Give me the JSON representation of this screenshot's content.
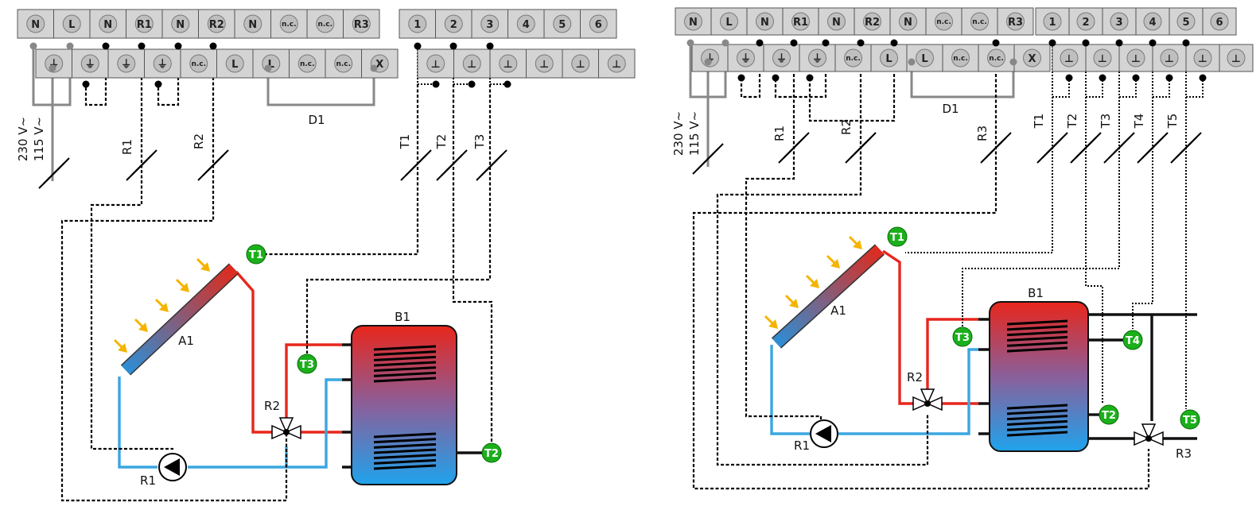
{
  "diagrams": [
    {
      "top_terminals": [
        "N",
        "L",
        "N",
        "R1",
        "N",
        "R2",
        "N",
        "n.c.",
        "n.c.",
        "R3"
      ],
      "bottom_terminals": [
        "⏚",
        "⏚",
        "⏚",
        "⏚",
        "n.c.",
        "L",
        "L",
        "n.c.",
        "n.c.",
        "X"
      ],
      "sensor_top_terminals": [
        "1",
        "2",
        "3",
        "4",
        "5",
        "6"
      ],
      "sensor_bottom_terminals": [
        "⊥",
        "⊥",
        "⊥",
        "⊥",
        "⊥",
        "⊥"
      ],
      "supply_labels": [
        "230 V~",
        "115 V~"
      ],
      "device_label": "D1",
      "cable_labels": [
        "R1",
        "R2",
        "T1",
        "T2",
        "T3"
      ],
      "collector_label": "A1",
      "tank_label": "B1",
      "pump_label": "R1",
      "valve_labels": [
        "R2"
      ],
      "sensors": [
        "T1",
        "T2",
        "T3"
      ]
    },
    {
      "top_terminals": [
        "N",
        "L",
        "N",
        "R1",
        "N",
        "R2",
        "N",
        "n.c.",
        "n.c.",
        "R3"
      ],
      "bottom_terminals": [
        "⏚",
        "⏚",
        "⏚",
        "⏚",
        "n.c.",
        "L",
        "L",
        "n.c.",
        "n.c.",
        "X"
      ],
      "sensor_top_terminals": [
        "1",
        "2",
        "3",
        "4",
        "5",
        "6"
      ],
      "sensor_bottom_terminals": [
        "⊥",
        "⊥",
        "⊥",
        "⊥",
        "⊥",
        "⊥"
      ],
      "supply_labels": [
        "230 V~",
        "115 V~"
      ],
      "device_label": "D1",
      "cable_labels": [
        "R1",
        "R2",
        "R3",
        "T1",
        "T2",
        "T3",
        "T4",
        "T5"
      ],
      "collector_label": "A1",
      "tank_label": "B1",
      "pump_label": "R1",
      "valve_labels": [
        "R2",
        "R3"
      ],
      "sensors": [
        "T1",
        "T2",
        "T3",
        "T4",
        "T5"
      ]
    }
  ],
  "colors": {
    "hot_pipe": "#e8261c",
    "cold_pipe": "#3aa6e0",
    "sensor": "#1bb01b",
    "sun_arrow": "#f5b400",
    "terminal_bg": "#d4d4d4",
    "wire": "#000000"
  }
}
